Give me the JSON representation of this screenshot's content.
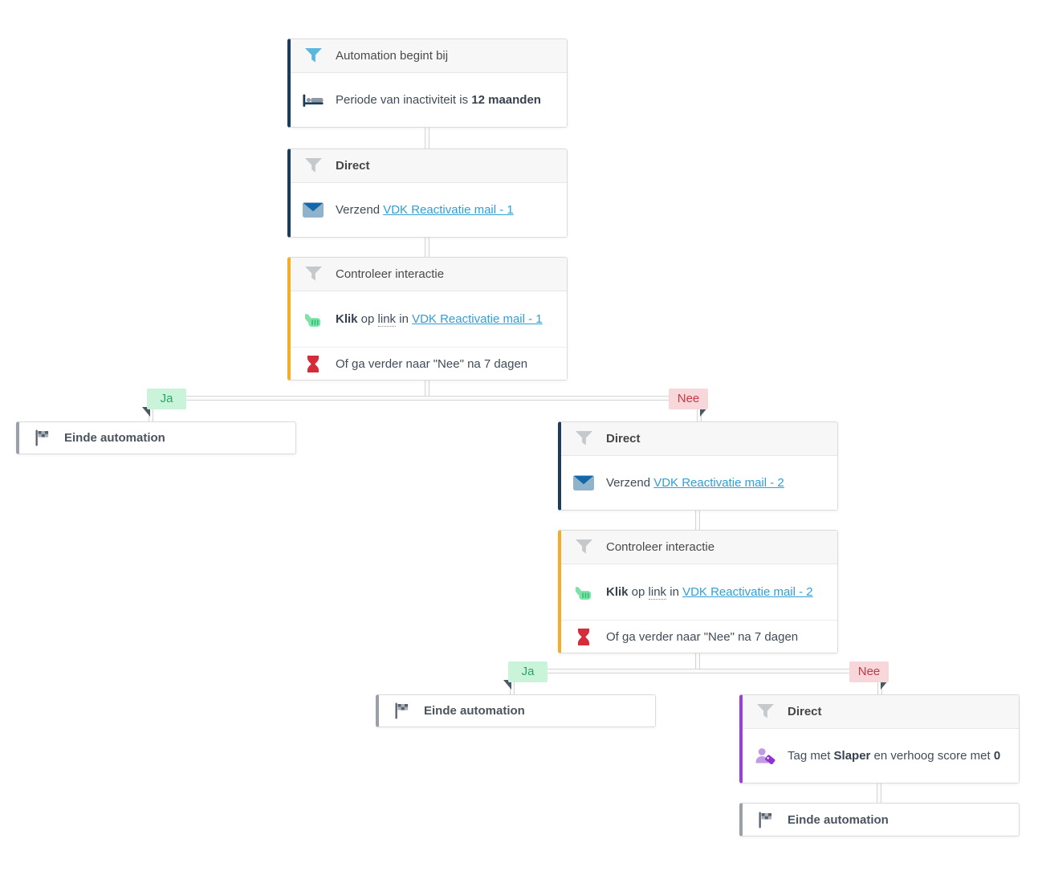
{
  "branch_labels": {
    "yes": "Ja",
    "no": "Nee"
  },
  "colors": {
    "accent_start": "#1d3c5a",
    "accent_check": "#f2ae25",
    "accent_tag": "#9a3fdb",
    "accent_end": "#99a0a7",
    "link": "#2f9fd6",
    "funnel_teal": "#5bb8dc",
    "funnel_gray": "#c6c9cc",
    "yes_bg": "#c9f4d9",
    "yes_text": "#27a463",
    "no_bg": "#f8d7da",
    "no_text": "#c23a47"
  },
  "nodes": {
    "start": {
      "header": "Automation begint bij",
      "body": {
        "prefix": "Periode van inactiviteit is ",
        "bold": "12 maanden"
      }
    },
    "direct1": {
      "header": "Direct",
      "body": {
        "prefix": "Verzend ",
        "link": "VDK Reactivatie mail - 1"
      }
    },
    "check1": {
      "header": "Controleer interactie",
      "click_row": {
        "bold": "Klik",
        "mid1": " op ",
        "dotted": "link",
        "mid2": " in ",
        "link": "VDK Reactivatie mail - 1"
      },
      "wait_row": "Of ga verder naar \"Nee\" na 7 dagen"
    },
    "end_left": {
      "label": "Einde automation"
    },
    "direct2": {
      "header": "Direct",
      "body": {
        "prefix": "Verzend ",
        "link": "VDK Reactivatie mail - 2"
      }
    },
    "check2": {
      "header": "Controleer interactie",
      "click_row": {
        "bold": "Klik",
        "mid1": " op ",
        "dotted": "link",
        "mid2": " in ",
        "link": "VDK Reactivatie mail - 2"
      },
      "wait_row": "Of ga verder naar \"Nee\" na 7 dagen"
    },
    "end_mid": {
      "label": "Einde automation"
    },
    "tag": {
      "header": "Direct",
      "body": {
        "prefix": "Tag met ",
        "bold1": "Slaper",
        "mid": " en verhoog score met ",
        "bold2": "0"
      }
    },
    "end_bottom": {
      "label": "Einde automation"
    }
  }
}
